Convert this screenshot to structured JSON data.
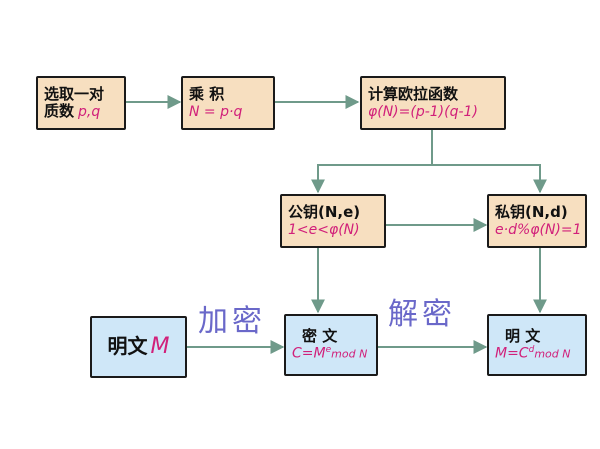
{
  "boxes": {
    "select": {
      "title": "选取一对",
      "line2": "质数",
      "formula": "p,q"
    },
    "product": {
      "title": "乘 积",
      "formula": "N = p·q"
    },
    "euler": {
      "title": "计算欧拉函数",
      "formula": "φ(N)=(p-1)(q-1)"
    },
    "public_key": {
      "title": "公钥(N,e)",
      "formula": "1<e<φ(N)"
    },
    "private_key": {
      "title": "私钥(N,d)",
      "formula": "e·d%φ(N)=1"
    },
    "plaintext_left": {
      "title": "明文",
      "formula": "M"
    },
    "ciphertext": {
      "title": "密  文",
      "formula_base": "C=M",
      "formula_sup": "e",
      "formula_tail": "mod N"
    },
    "plaintext_right": {
      "title": "明  文",
      "formula_base": "M=C",
      "formula_sup": "d",
      "formula_tail": "mod N"
    }
  },
  "labels": {
    "encrypt": "加密",
    "decrypt": "解密"
  },
  "colors": {
    "tan": "#f7dfc0",
    "blue": "#cfe7f8",
    "arrow": "#6f9a8a",
    "formula": "#d1207a",
    "label": "#6a68c9"
  }
}
